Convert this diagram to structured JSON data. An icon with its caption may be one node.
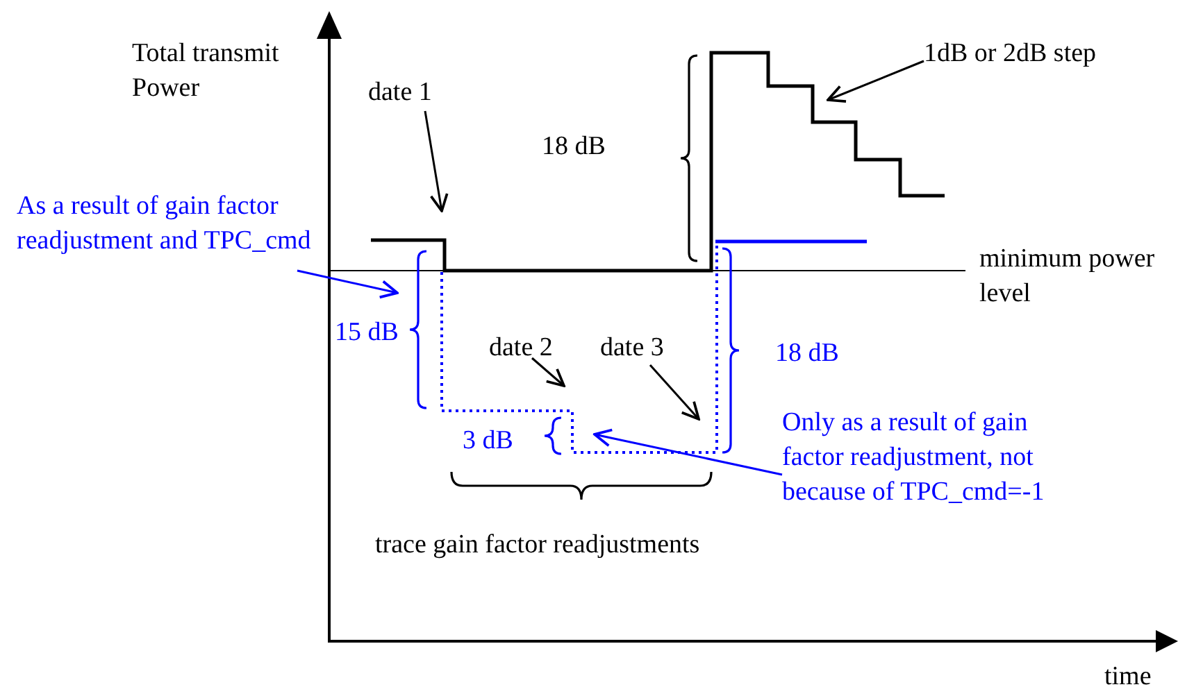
{
  "diagram": {
    "nodes": [
      {
        "text": [
          "date 1"
        ]
      },
      {
        "text": [
          "date 2"
        ]
      },
      {
        "text": [
          "date 3"
        ]
      },
      {
        "text": [
          "1dB or 2dB step"
        ]
      },
      {
        "text": [
          "As a result of gain factor readjustment and TPC_cmd"
        ]
      },
      {
        "text": [
          "Only as a result of gain factor readjustment, not because of TPC_cmd=-1"
        ]
      }
    ],
    "edges": [
      {
        "from": 0,
        "to": null,
        "arrow": "to"
      },
      {
        "from": 1,
        "to": null,
        "arrow": "to"
      },
      {
        "from": 2,
        "to": null,
        "arrow": "to"
      },
      {
        "from": 3,
        "to": null,
        "arrow": "to"
      },
      {
        "from": 4,
        "to": null,
        "arrow": "to",
        "color": "#0000ff"
      },
      {
        "from": 5,
        "to": null,
        "arrow": "to",
        "color": "#0000ff"
      }
    ],
    "labels": [
      "Total transmit Power",
      "18 dB",
      "minimum power level",
      "15 dB",
      "18 dB",
      "3 dB",
      "trace gain factor readjustments",
      "time"
    ]
  }
}
